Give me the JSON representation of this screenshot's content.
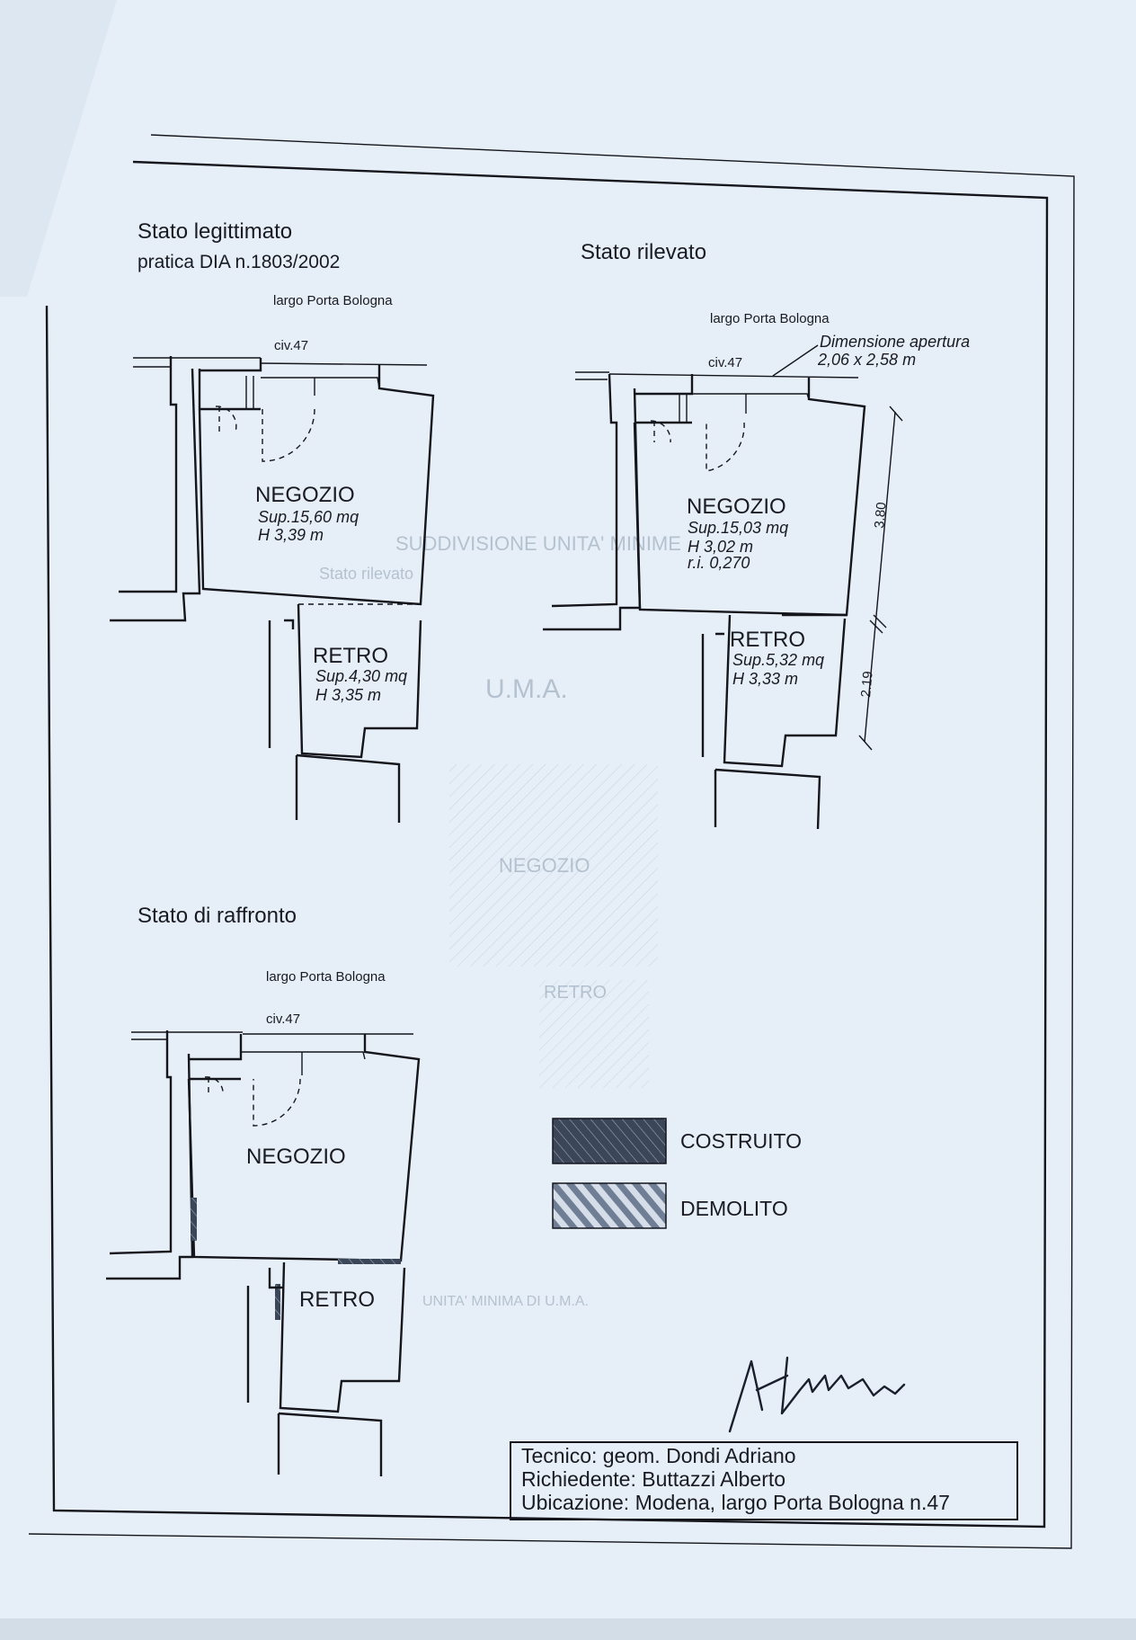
{
  "sheet": {
    "title_left": "Stato legittimato",
    "subtitle_left": "pratica DIA n.1803/2002",
    "title_right": "Stato rilevato",
    "title_bottom": "Stato di raffronto"
  },
  "plan_legit": {
    "street": "largo Porta Bologna",
    "civic": "civ.47",
    "room1": {
      "name": "NEGOZIO",
      "area": "Sup.15,60 mq",
      "height": "H 3,39 m"
    },
    "room2": {
      "name": "RETRO",
      "area": "Sup.4,30 mq",
      "height": "H 3,35 m"
    }
  },
  "plan_rilevato": {
    "street": "largo Porta Bologna",
    "civic": "civ.47",
    "opening_label": "Dimensione apertura",
    "opening_value": "2,06 x 2,58 m",
    "room1": {
      "name": "NEGOZIO",
      "area": "Sup.15,03 mq",
      "height": "H 3,02 m",
      "ri": "r.i. 0,270"
    },
    "room2": {
      "name": "RETRO",
      "area": "Sup.5,32 mq",
      "height": "H 3,33 m"
    },
    "dim_upper": "3.80",
    "dim_lower": "2.19"
  },
  "plan_raffronto": {
    "street": "largo Porta Bologna",
    "civic": "civ.47",
    "room1": {
      "name": "NEGOZIO"
    },
    "room2": {
      "name": "RETRO"
    }
  },
  "legend": {
    "built": "COSTRUITO",
    "demolished": "DEMOLITO",
    "built_color": "#3b4658",
    "demolished_color": "#7f8ea3"
  },
  "title_block": {
    "tecnico": "Tecnico: geom. Dondi Adriano",
    "richiedente": "Richiedente:  Buttazzi Alberto",
    "ubicazione": "Ubicazione: Modena, largo Porta Bologna n.47"
  },
  "show_through": {
    "heading": "SUDDIVISIONE UNITA' MINIME",
    "subheading": "Stato rilevato",
    "uma": "U.M.A.",
    "negozio": "NEGOZIO",
    "retro": "RETRO",
    "footer": "UNITA' MINIMA DI U.M.A."
  },
  "colors": {
    "paper": "#e6eff7",
    "ink": "#15151c",
    "frame": "#2a2f3a"
  }
}
